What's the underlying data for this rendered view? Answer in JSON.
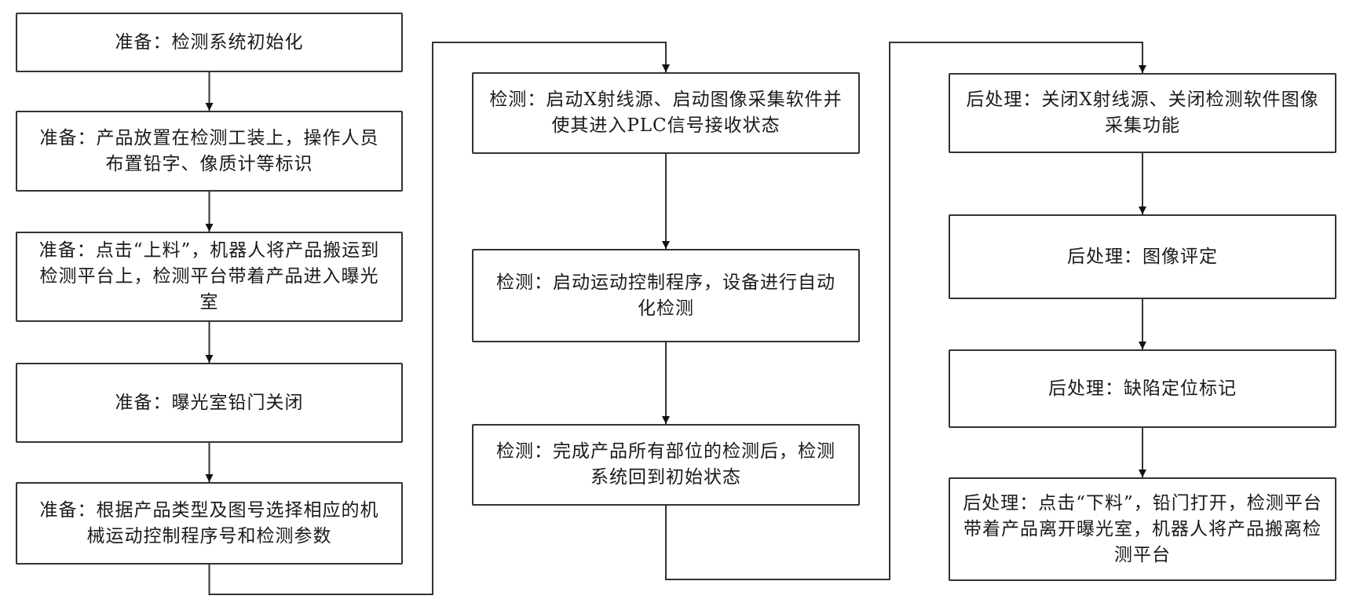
{
  "columns": [
    {
      "name": "preparation",
      "steps": [
        {
          "id": "prep-1",
          "text": "准备：检测系统初始化"
        },
        {
          "id": "prep-2",
          "text": "准备：产品放置在检测工装上，操作人员布置铅字、像质计等标识"
        },
        {
          "id": "prep-3",
          "text": "准备：点击“上料”，机器人将产品搬运到检测平台上，检测平台带着产品进入曝光室"
        },
        {
          "id": "prep-4",
          "text": "准备：曝光室铅门关闭"
        },
        {
          "id": "prep-5",
          "text": "准备：根据产品类型及图号选择相应的机械运动控制程序号和检测参数"
        }
      ]
    },
    {
      "name": "inspection",
      "steps": [
        {
          "id": "insp-1",
          "text": "检测：启动X射线源、启动图像采集软件并使其进入PLC信号接收状态"
        },
        {
          "id": "insp-2",
          "text": "检测：启动运动控制程序，设备进行自动化检测"
        },
        {
          "id": "insp-3",
          "text": "检测：完成产品所有部位的检测后，检测系统回到初始状态"
        }
      ]
    },
    {
      "name": "post-processing",
      "steps": [
        {
          "id": "post-1",
          "text": "后处理：关闭X射线源、关闭检测软件图像采集功能"
        },
        {
          "id": "post-2",
          "text": "后处理：图像评定"
        },
        {
          "id": "post-3",
          "text": "后处理：缺陷定位标记"
        },
        {
          "id": "post-4",
          "text": "后处理：点击“下料”，铅门打开，检测平台带着产品离开曝光室，机器人将产品搬离检测平台"
        }
      ]
    }
  ],
  "edges": [
    [
      "prep-1",
      "prep-2"
    ],
    [
      "prep-2",
      "prep-3"
    ],
    [
      "prep-3",
      "prep-4"
    ],
    [
      "prep-4",
      "prep-5"
    ],
    [
      "prep-5",
      "insp-1"
    ],
    [
      "insp-1",
      "insp-2"
    ],
    [
      "insp-2",
      "insp-3"
    ],
    [
      "insp-3",
      "post-1"
    ],
    [
      "post-1",
      "post-2"
    ],
    [
      "post-2",
      "post-3"
    ],
    [
      "post-3",
      "post-4"
    ]
  ],
  "colors": {
    "line": "#333333",
    "text": "#1a1a1a",
    "background": "#ffffff"
  }
}
